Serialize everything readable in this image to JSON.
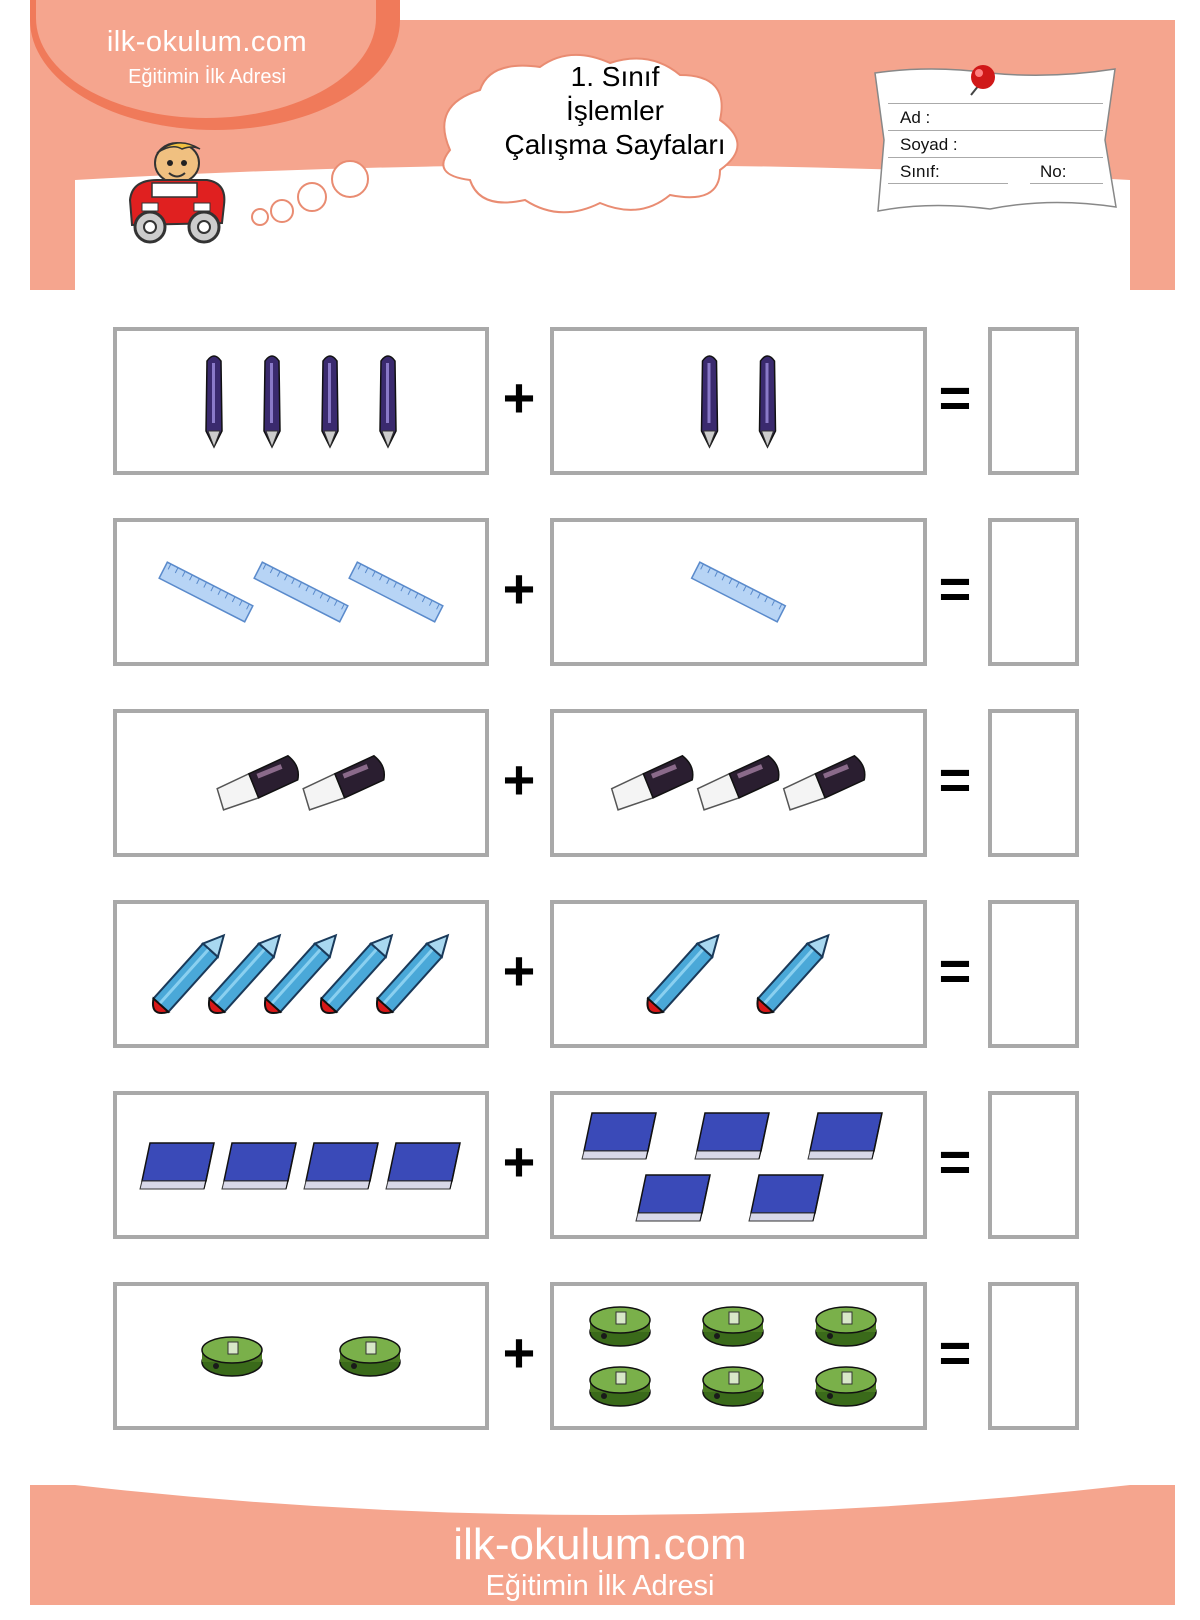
{
  "colors": {
    "band": "#f5a58e",
    "band_dark": "#f07a5a",
    "box_border": "#a9a9a9"
  },
  "header": {
    "logo_site": "ilk-okulum.com",
    "logo_slogan": "Eğitimin İlk Adresi",
    "title_line1": "1. Sınıf",
    "title_line2": "İşlemler",
    "title_line3": "Çalışma Sayfaları"
  },
  "name_card": {
    "name_label": "Ad :",
    "surname_label": "Soyad :",
    "class_label": "Sınıf:",
    "number_label": "No:"
  },
  "operators": {
    "plus": "+",
    "equals": "="
  },
  "problems": [
    {
      "item": "pen",
      "left_count": 4,
      "right_count": 2
    },
    {
      "item": "ruler",
      "left_count": 3,
      "right_count": 1
    },
    {
      "item": "eraser",
      "left_count": 2,
      "right_count": 3
    },
    {
      "item": "pencil",
      "left_count": 5,
      "right_count": 2
    },
    {
      "item": "book",
      "left_count": 4,
      "right_count": 5
    },
    {
      "item": "sharpener",
      "left_count": 2,
      "right_count": 6
    }
  ],
  "footer": {
    "site": "ilk-okulum.com",
    "slogan": "Eğitimin İlk Adresi"
  }
}
